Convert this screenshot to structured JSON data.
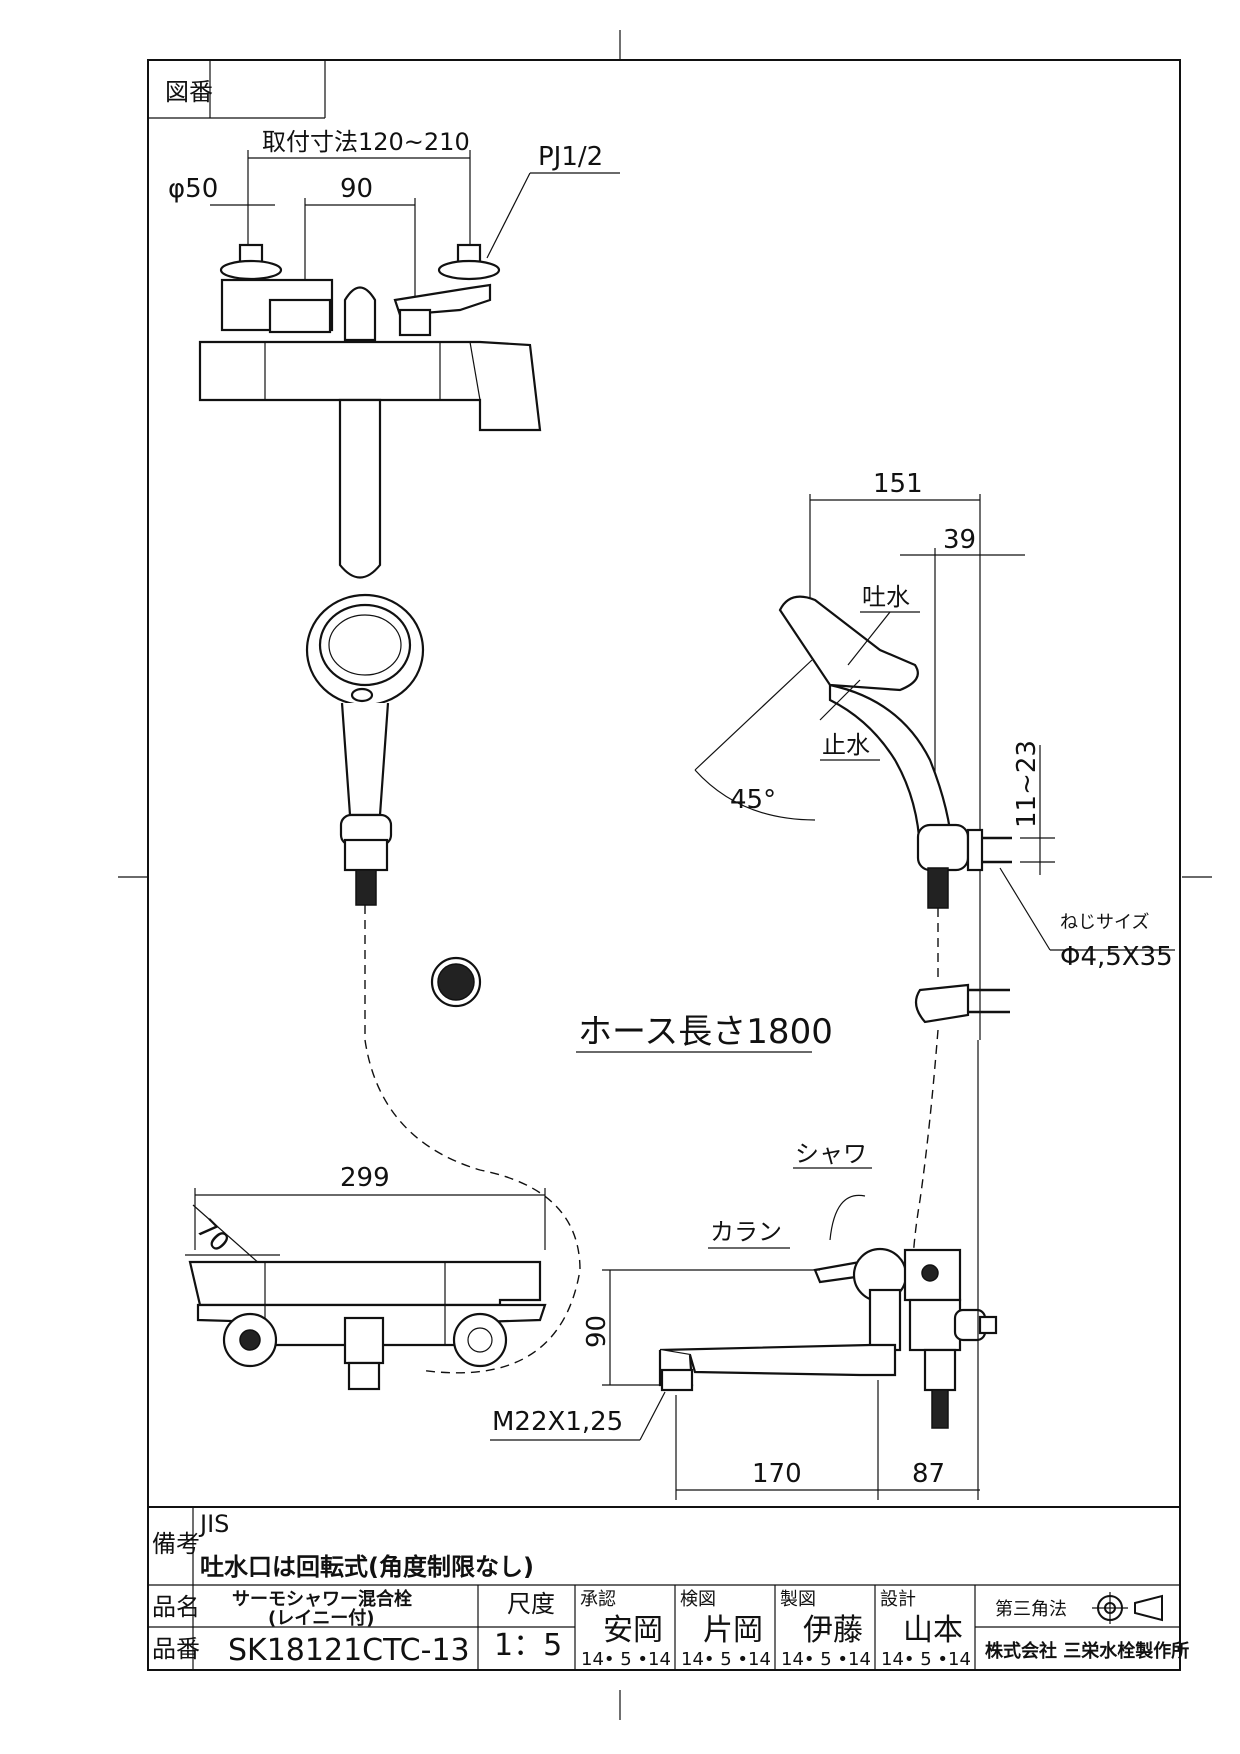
{
  "title_block": {
    "drawing_no_label": "図番",
    "remarks_label": "備考",
    "remarks": [
      "JIS",
      "吐水口は回転式(角度制限なし)"
    ],
    "product_name_label": "品名",
    "product_name": [
      "サーモシャワー混合栓",
      "(レイニー付)"
    ],
    "product_no_label": "品番",
    "product_no": "SK18121CTC-13",
    "scale_label": "尺度",
    "scale": "1：5",
    "approvals": [
      {
        "role": "承認",
        "name": "安岡",
        "date": "14• 5 •14"
      },
      {
        "role": "検図",
        "name": "片岡",
        "date": "14• 5 •14"
      },
      {
        "role": "製図",
        "name": "伊藤",
        "date": "14• 5 •14"
      },
      {
        "role": "設計",
        "name": "山本",
        "date": "14• 5 •14"
      }
    ],
    "projection": "第三角法",
    "company": "株式会社 三栄水栓製作所"
  },
  "dimensions": {
    "mount_range": "取付寸法120~210",
    "inlet_dia": "φ50",
    "center": "90",
    "pipe_thread": "PJ1/2",
    "holder_width": "151",
    "holder_offset": "39",
    "spray_label": "吐水",
    "stop_label": "止水",
    "angle": "45°",
    "adjust_range": "11~23",
    "screw_label": "ねじサイズ",
    "screw_size": "Φ4,5X35",
    "hose_length": "ホース長さ1800",
    "body_length": "299",
    "body_depth": "70",
    "spout_height": "90",
    "spout_thread": "M22X1,25",
    "spout_reach": "170",
    "wall_offset": "87",
    "shower_label": "シャワ",
    "faucet_label": "カラン"
  }
}
